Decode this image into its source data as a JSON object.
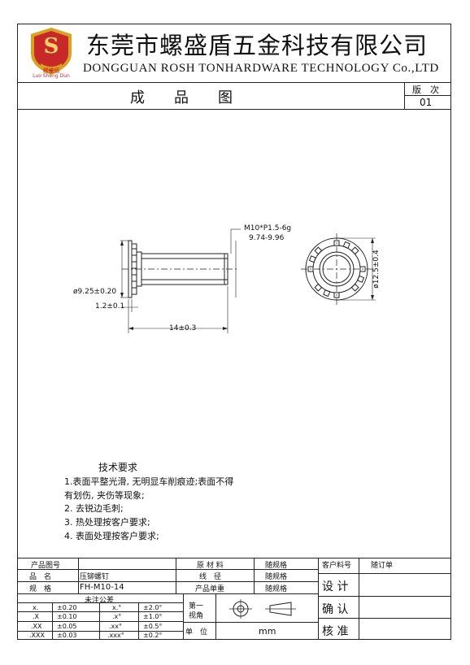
{
  "header": {
    "logo_letter": "S",
    "logo_caption_cn": "螺盛盾",
    "logo_caption_en": "Luo Sheng Dun",
    "company_cn": "东莞市螺盛盾五金科技有限公司",
    "company_en": "DONGGUAN ROSH TONHARDWARE TECHNOLOGY Co.,LTD",
    "doc_title": "成　　品　　图",
    "version_label": "版　次",
    "version_value": "01"
  },
  "drawing": {
    "thread_spec": "M10*P1.5-6g",
    "thread_range": "9.74-9.96",
    "dim_head_dia": "ø9.25±0.20",
    "dim_head_thk": "1.2±0.1",
    "dim_length": "14±0.3",
    "dim_outer_dia": "ø12.5±0.4"
  },
  "tech_req": {
    "title": "技术要求",
    "items": [
      "1.表面平整光滑, 无明显车削痕迹;表面不得",
      "有划伤, 夹伤等现象;",
      "2. 去锐边毛刺;",
      "3. 热处理按客户要求;",
      "4. 表面处理按客户要求;"
    ]
  },
  "title_block": {
    "product_no_label": "产品图号",
    "product_no_value": "",
    "name_label": "品　名",
    "name_value": "压铆螺钉",
    "spec_label": "规　格",
    "spec_value": "FH-M10-14",
    "material_label": "原 材 料",
    "material_value": "随规格",
    "wire_label": "线　径",
    "wire_value": "随规格",
    "weight_label": "产品单重",
    "weight_value": "随规格",
    "customer_no_label": "客户料号",
    "customer_no_value": "随订单",
    "design_label": "设 计",
    "confirm_label": "确 认",
    "approve_label": "核 准",
    "tolerance_title": "未注公差",
    "tolerances": [
      {
        "k": "x.",
        "v": "±0.20",
        "ak": "x.°",
        "av": "±2.0°"
      },
      {
        "k": ".X",
        "v": "±0.10",
        "ak": ".x°",
        "av": "±1.0°"
      },
      {
        "k": ".XX",
        "v": "±0.05",
        "ak": ".xx°",
        "av": "±0.5°"
      },
      {
        "k": ".XXX",
        "v": "±0.03",
        "ak": ".xxx°",
        "av": "±0.2°"
      }
    ],
    "angle_label_1": "第一",
    "angle_label_2": "视角",
    "unit_label": "单　位",
    "unit_value": "mm"
  },
  "colors": {
    "logo_red": "#c8282a",
    "logo_gold": "#d9a21b",
    "line": "#222222"
  }
}
